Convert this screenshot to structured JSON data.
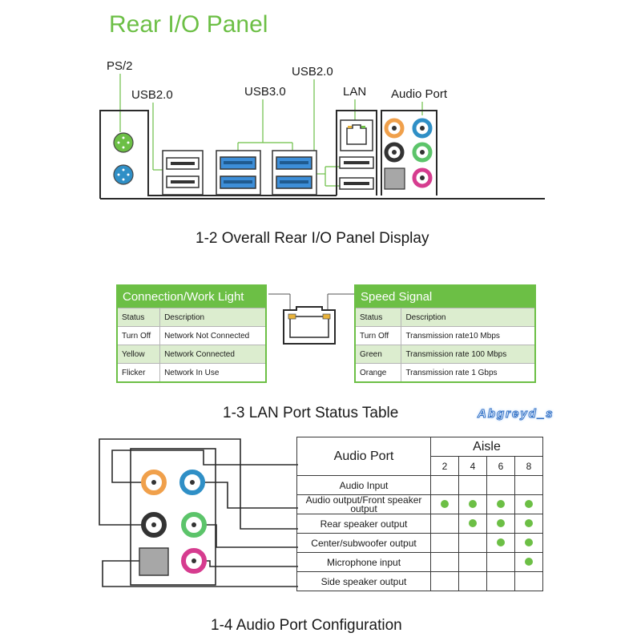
{
  "title": "Rear I/O Panel",
  "panel_labels": {
    "ps2": "PS/2",
    "usb2_left": "USB2.0",
    "usb3": "USB3.0",
    "usb2_right": "USB2.0",
    "lan": "LAN",
    "audio": "Audio Port"
  },
  "captions": {
    "panel": "1-2   Overall Rear I/O Panel Display",
    "lan": "1-3   LAN Port Status Table",
    "audio": "1-4   Audio Port Configuration"
  },
  "watermark": "Abgreyd_s",
  "lan_tables": {
    "left": {
      "title": "Connection/Work Light",
      "headers": [
        "Status",
        "Description"
      ],
      "rows": [
        [
          "Turn Off",
          "Network Not Connected"
        ],
        [
          "Yellow",
          "Network Connected"
        ],
        [
          "Flicker",
          "Network In Use"
        ]
      ]
    },
    "right": {
      "title": "Speed Signal",
      "headers": [
        "Status",
        "Description"
      ],
      "rows": [
        [
          "Turn Off",
          "Transmission rate10 Mbps"
        ],
        [
          "Green",
          "Transmission rate 100 Mbps"
        ],
        [
          "Orange",
          "Transmission rate 1 Gbps"
        ]
      ]
    }
  },
  "audio_table": {
    "header_port": "Audio Port",
    "header_aisle": "Aisle",
    "channels": [
      "2",
      "4",
      "6",
      "8"
    ],
    "rows": [
      {
        "label": "Audio  Input",
        "dots": [
          false,
          false,
          false,
          false
        ]
      },
      {
        "label": "Audio output/Front speaker output",
        "dots": [
          true,
          true,
          true,
          true
        ]
      },
      {
        "label": "Rear speaker output",
        "dots": [
          false,
          true,
          true,
          true
        ]
      },
      {
        "label": "Center/subwoofer output",
        "dots": [
          false,
          false,
          true,
          true
        ]
      },
      {
        "label": "Microphone input",
        "dots": [
          false,
          false,
          false,
          true
        ]
      },
      {
        "label": "Side speaker output",
        "dots": [
          false,
          false,
          false,
          false
        ]
      }
    ]
  },
  "colors": {
    "accent": "#6cbf45",
    "jack_orange": "#f0a04b",
    "jack_blue": "#2f8fc6",
    "jack_black": "#333333",
    "jack_green": "#5cc46a",
    "jack_pink": "#d63c8f",
    "usb3_blue": "#3d8ed8",
    "optical_gray": "#a7a7a7"
  }
}
